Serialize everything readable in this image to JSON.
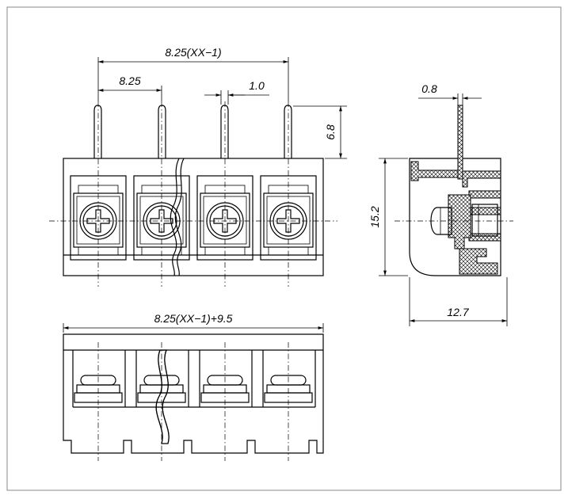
{
  "dimensions": {
    "overall_pins": "8.25(XX−1)",
    "pitch": "8.25",
    "pin_width": "1.0",
    "pin_length": "6.8",
    "height": "15.2",
    "side_pin": "0.8",
    "depth": "12.7",
    "overall_length": "8.25(XX−1)+9.5"
  },
  "positions": 4
}
